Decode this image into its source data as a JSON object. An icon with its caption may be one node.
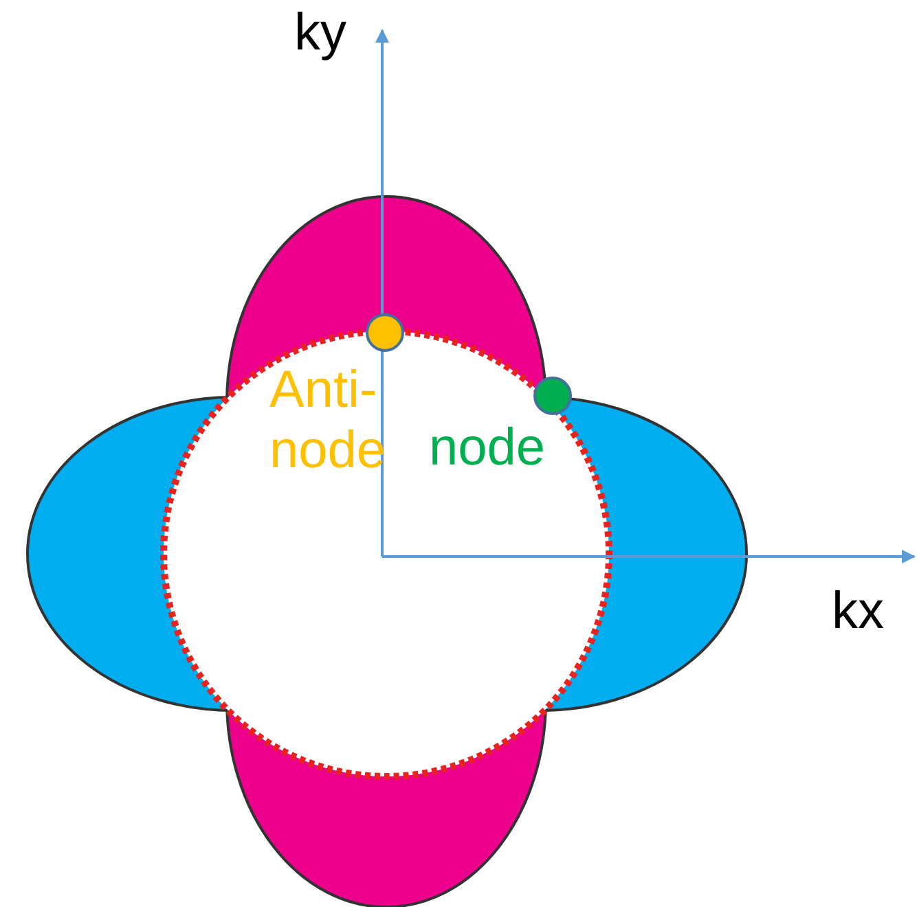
{
  "diagram": {
    "labels": [
      "ky",
      "Anti-node",
      "node",
      "kx"
    ]
  }
}
